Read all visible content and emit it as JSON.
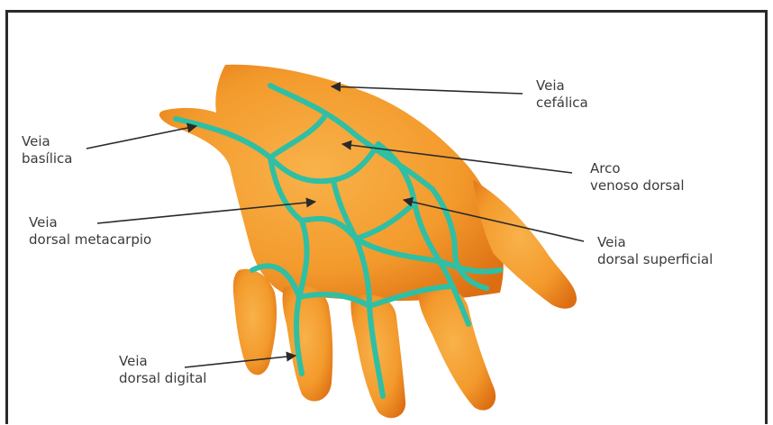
{
  "colors": {
    "skin": "#f39a2c",
    "skin_light": "#f8b24a",
    "skin_shadow": "#dc6d12",
    "vein": "#2fbfa4",
    "pointer": "#2a2a2a",
    "label_text": "#3b3b3b"
  },
  "labels": {
    "cefalica": {
      "line1": "Veia",
      "line2": "cefálica"
    },
    "basilica": {
      "line1": "Veia",
      "line2": "basílica"
    },
    "arco": {
      "line1": "Arco",
      "line2": "venoso dorsal"
    },
    "metacarpio": {
      "line1": "Veia",
      "line2": "dorsal metacarpio"
    },
    "superficial": {
      "line1": "Veia",
      "line2": "dorsal superficial"
    },
    "digital": {
      "line1": "Veia",
      "line2": "dorsal digital"
    }
  }
}
